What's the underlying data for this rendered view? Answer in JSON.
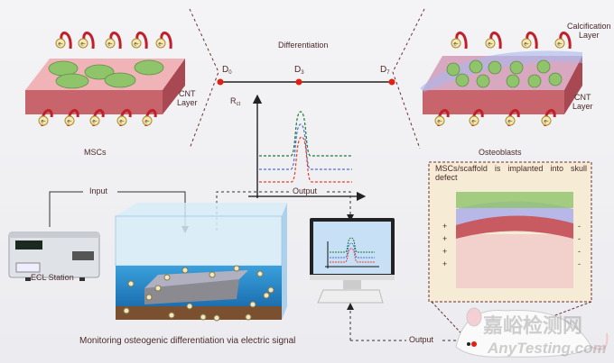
{
  "top": {
    "left_panel": {
      "layer_label_line1": "CNT",
      "layer_label_line2": "Layer",
      "cell_label": "MSCs",
      "electron": "e-"
    },
    "timeline": {
      "title": "Differentiation",
      "points": [
        "D",
        "D",
        "D"
      ],
      "subscripts": [
        "0",
        "3",
        "7"
      ]
    },
    "chart": {
      "ylabel": "R",
      "ylabel_sub": "ct",
      "series_colors": [
        "#1e7a32",
        "#4a6fd8",
        "#e8402a"
      ]
    },
    "right_panel": {
      "calc_line1": "Calcification",
      "calc_line2": "Layer",
      "layer_label_line1": "CNT",
      "layer_label_line2": "Layer",
      "cell_label": "Osteoblasts"
    }
  },
  "bottom": {
    "station_label": "ECL Station",
    "input_label": "Input",
    "output_label_top": "Output",
    "output_label_bottom": "Output",
    "caption": "Monitoring osteogenic differentiation via electric signal",
    "inset_text": "MSCs/scaffold is implanted into skull defect",
    "plus_sign": "+",
    "minus_sign": "-",
    "watermark_cn": "嘉峪检测网",
    "watermark_en": "AnyTesting.com"
  },
  "colors": {
    "slab": "#c8646c",
    "cell": "#8fc46a",
    "arrow": "#c0202a",
    "water": "#2a8fd0",
    "dot": "#e02010"
  }
}
